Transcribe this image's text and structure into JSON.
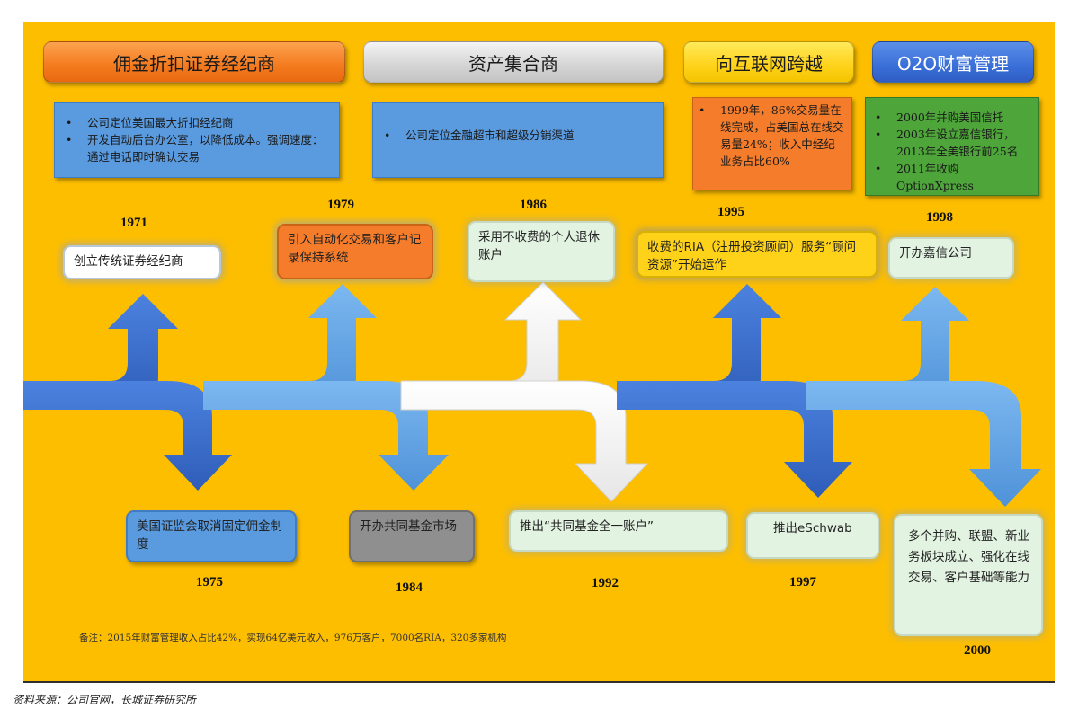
{
  "headers": {
    "broker": "佣金折扣证券经纪商",
    "asset": "资产集合商",
    "internet": "向互联网跨越",
    "o2o": "O2O财富管理"
  },
  "info": {
    "broker": [
      "公司定位美国最大折扣经纪商",
      "开发自动后台办公室，以降低成本。强调速度：通过电话即时确认交易"
    ],
    "asset": [
      "公司定位金融超市和超级分销渠道"
    ],
    "internet": [
      "1999年，86%交易量在线完成，占美国总在线交易量24%；收入中经纪业务占比60%"
    ],
    "o2o": [
      "2000年并购美国信托",
      "2003年设立嘉信银行，2013年全美银行前25名",
      "2011年收购OptionXpress"
    ]
  },
  "years": {
    "y1971": "1971",
    "y1979": "1979",
    "y1986": "1986",
    "y1995": "1995",
    "y1998": "1998",
    "y1975": "1975",
    "y1984": "1984",
    "y1992": "1992",
    "y1997": "1997",
    "y2000": "2000"
  },
  "events": {
    "e1971": "创立传统证券经纪商",
    "e1979": "引入自动化交易和客户记录保持系统",
    "e1986": "采用不收费的个人退休账户",
    "e1995": "收费的RIA（注册投资顾问）服务“顾问资源”开始运作",
    "e1998": "开办嘉信公司",
    "e1975": "美国证监会取消固定佣金制度",
    "e1984": "开办共同基金市场",
    "e1992": "推出“共同基金全一账户”",
    "e1997": "推出eSchwab",
    "e2000": "多个并购、联盟、新业务板块成立、强化在线交易、客户基础等能力"
  },
  "note": "备注：2015年财富管理收入占比42%，实现64亿美元收入，976万客户，7000名RIA，320多家机构",
  "source": "资料来源：公司官网，长城证券研究所",
  "colors": {
    "background": "#FDBE00",
    "arrow_blue_dark": "#3B6FCF",
    "arrow_blue_light": "#5DA2E6",
    "arrow_white": "#FFFFFF",
    "header_orange": "#F47A1E",
    "header_gray": "#D4D4D4",
    "header_yellow": "#FFD21A",
    "header_blue": "#3A6FD8",
    "info_blue": "#5A9BE0",
    "info_orange": "#F47C2A",
    "info_green": "#4EA53A"
  }
}
